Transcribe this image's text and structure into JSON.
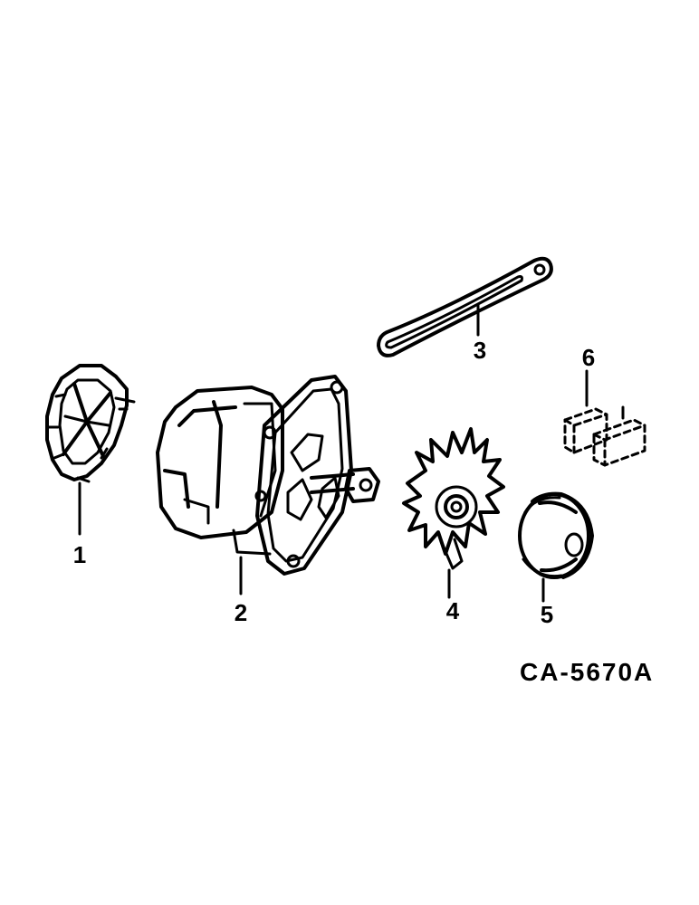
{
  "figure_id": "CA-5670A",
  "parts": [
    {
      "callout": "1"
    },
    {
      "callout": "2"
    },
    {
      "callout": "3"
    },
    {
      "callout": "4"
    },
    {
      "callout": "5"
    },
    {
      "callout": "6"
    }
  ]
}
